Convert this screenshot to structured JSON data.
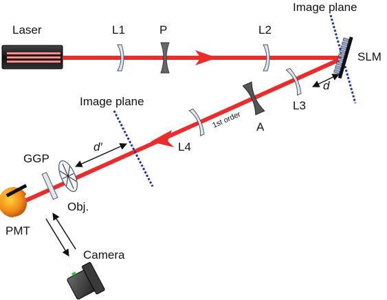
{
  "labels": {
    "laser": "Laser",
    "l1": "L1",
    "p": "P",
    "l2": "L2",
    "image_plane_top": "Image plane",
    "slm": "SLM",
    "d": "d",
    "l3": "L3",
    "a": "A",
    "first_order": "1st order",
    "l4": "L4",
    "image_plane_mid": "Image plane",
    "d_prime": "d′",
    "ggp": "GGP",
    "obj": "Obj.",
    "pmt": "PMT",
    "camera": "Camera"
  },
  "colors": {
    "beam": "#ee2b2b",
    "image_plane": "#1f2db0",
    "optic_fill": "#dfe3ea",
    "optic_stroke": "#445566",
    "laser_body": "#2a2a2a"
  }
}
